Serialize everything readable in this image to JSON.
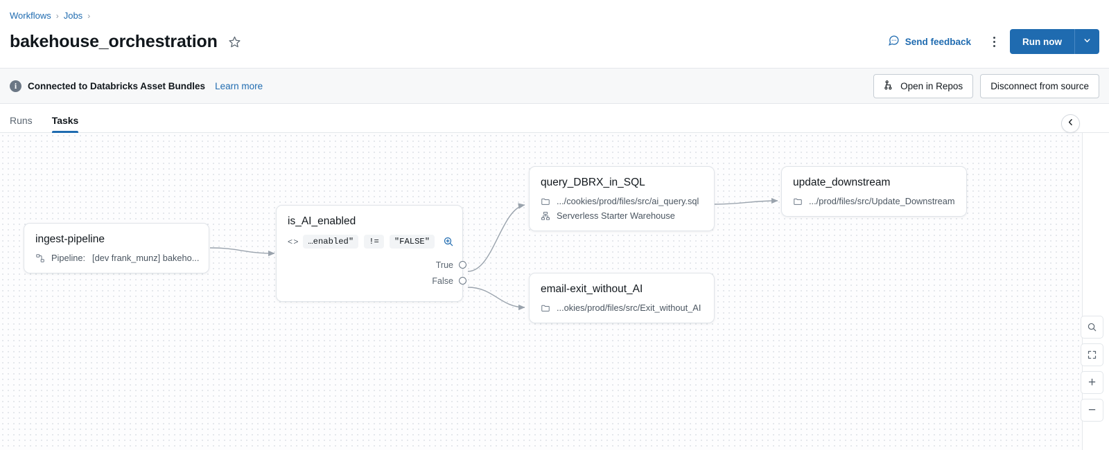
{
  "breadcrumb": {
    "items": [
      "Workflows",
      "Jobs"
    ],
    "separator": "›"
  },
  "header": {
    "title": "bakehouse_orchestration",
    "star_icon": "star-icon",
    "feedback_label": "Send feedback",
    "feedback_icon": "speech-bubble-icon",
    "kebab_icon": "more-vertical-icon",
    "run_now_label": "Run now",
    "run_now_caret_icon": "chevron-down-icon",
    "accent_color": "#1f6bb0"
  },
  "banner": {
    "info_icon": "info-icon",
    "text": "Connected to Databricks Asset Bundles",
    "link": "Learn more",
    "open_in_repos_label": "Open in Repos",
    "open_in_repos_icon": "repos-tree-icon",
    "disconnect_label": "Disconnect from source"
  },
  "tabs": [
    {
      "label": "Runs",
      "active": false
    },
    {
      "label": "Tasks",
      "active": true
    }
  ],
  "canvas": {
    "collapse_icon": "chevron-left-icon",
    "controls": [
      {
        "name": "search-icon",
        "glyph": "search"
      },
      {
        "name": "fit-screen-icon",
        "glyph": "fit"
      },
      {
        "name": "zoom-in-icon",
        "glyph": "+"
      },
      {
        "name": "zoom-out-icon",
        "glyph": "−"
      }
    ],
    "nodes": [
      {
        "id": "ingest-pipeline",
        "title": "ingest-pipeline",
        "rows": [
          {
            "icon": "pipeline-icon",
            "text": "Pipeline:  [dev frank_munz] bakeho..."
          }
        ]
      },
      {
        "id": "is-ai-enabled",
        "title": "is_AI_enabled",
        "condition": {
          "code_icon": "code-brackets-icon",
          "left": "…enabled\"",
          "operator": "!=",
          "right": "\"FALSE\"",
          "zoom_icon": "zoom-in-circle-icon"
        },
        "ports": [
          {
            "label": "True"
          },
          {
            "label": "False"
          }
        ]
      },
      {
        "id": "query-dbrx-in-sql",
        "title": "query_DBRX_in_SQL",
        "rows": [
          {
            "icon": "folder-icon",
            "text": ".../cookies/prod/files/src/ai_query.sql"
          },
          {
            "icon": "warehouse-icon",
            "text": "Serverless Starter Warehouse"
          }
        ]
      },
      {
        "id": "update-downstream",
        "title": "update_downstream",
        "rows": [
          {
            "icon": "folder-icon",
            "text": ".../prod/files/src/Update_Downstream"
          }
        ]
      },
      {
        "id": "email-exit-without-ai",
        "title": "email-exit_without_AI",
        "rows": [
          {
            "icon": "folder-icon",
            "text": "...okies/prod/files/src/Exit_without_AI"
          }
        ]
      }
    ]
  }
}
